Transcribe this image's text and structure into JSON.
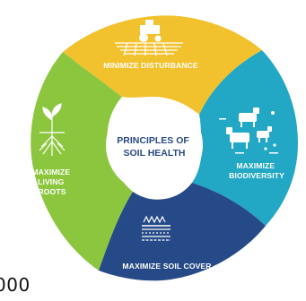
{
  "diagram": {
    "center_title_line1": "PRINCIPLES OF",
    "center_title_line2": "SOIL HEALTH",
    "segments": [
      {
        "id": "disturbance",
        "lines": [
          "MINIMIZE DISTURBANCE"
        ],
        "color": "#f2c12e",
        "icon": "tractor-icon"
      },
      {
        "id": "biodiversity",
        "lines": [
          "MAXIMIZE",
          "BIODIVERSITY"
        ],
        "color": "#22a7c4",
        "icon": "livestock-icon"
      },
      {
        "id": "cover",
        "lines": [
          "MAXIMIZE SOIL COVER"
        ],
        "color": "#254a87",
        "icon": "soil-cover-icon"
      },
      {
        "id": "roots",
        "lines": [
          "MAXIMIZE",
          "LIVING",
          "ROOTS"
        ],
        "color": "#8cc63f",
        "icon": "plant-roots-icon"
      }
    ]
  },
  "stray_text": "000",
  "colors": {
    "center_text": "#2a4a82",
    "center_fill": "#ffffff"
  }
}
